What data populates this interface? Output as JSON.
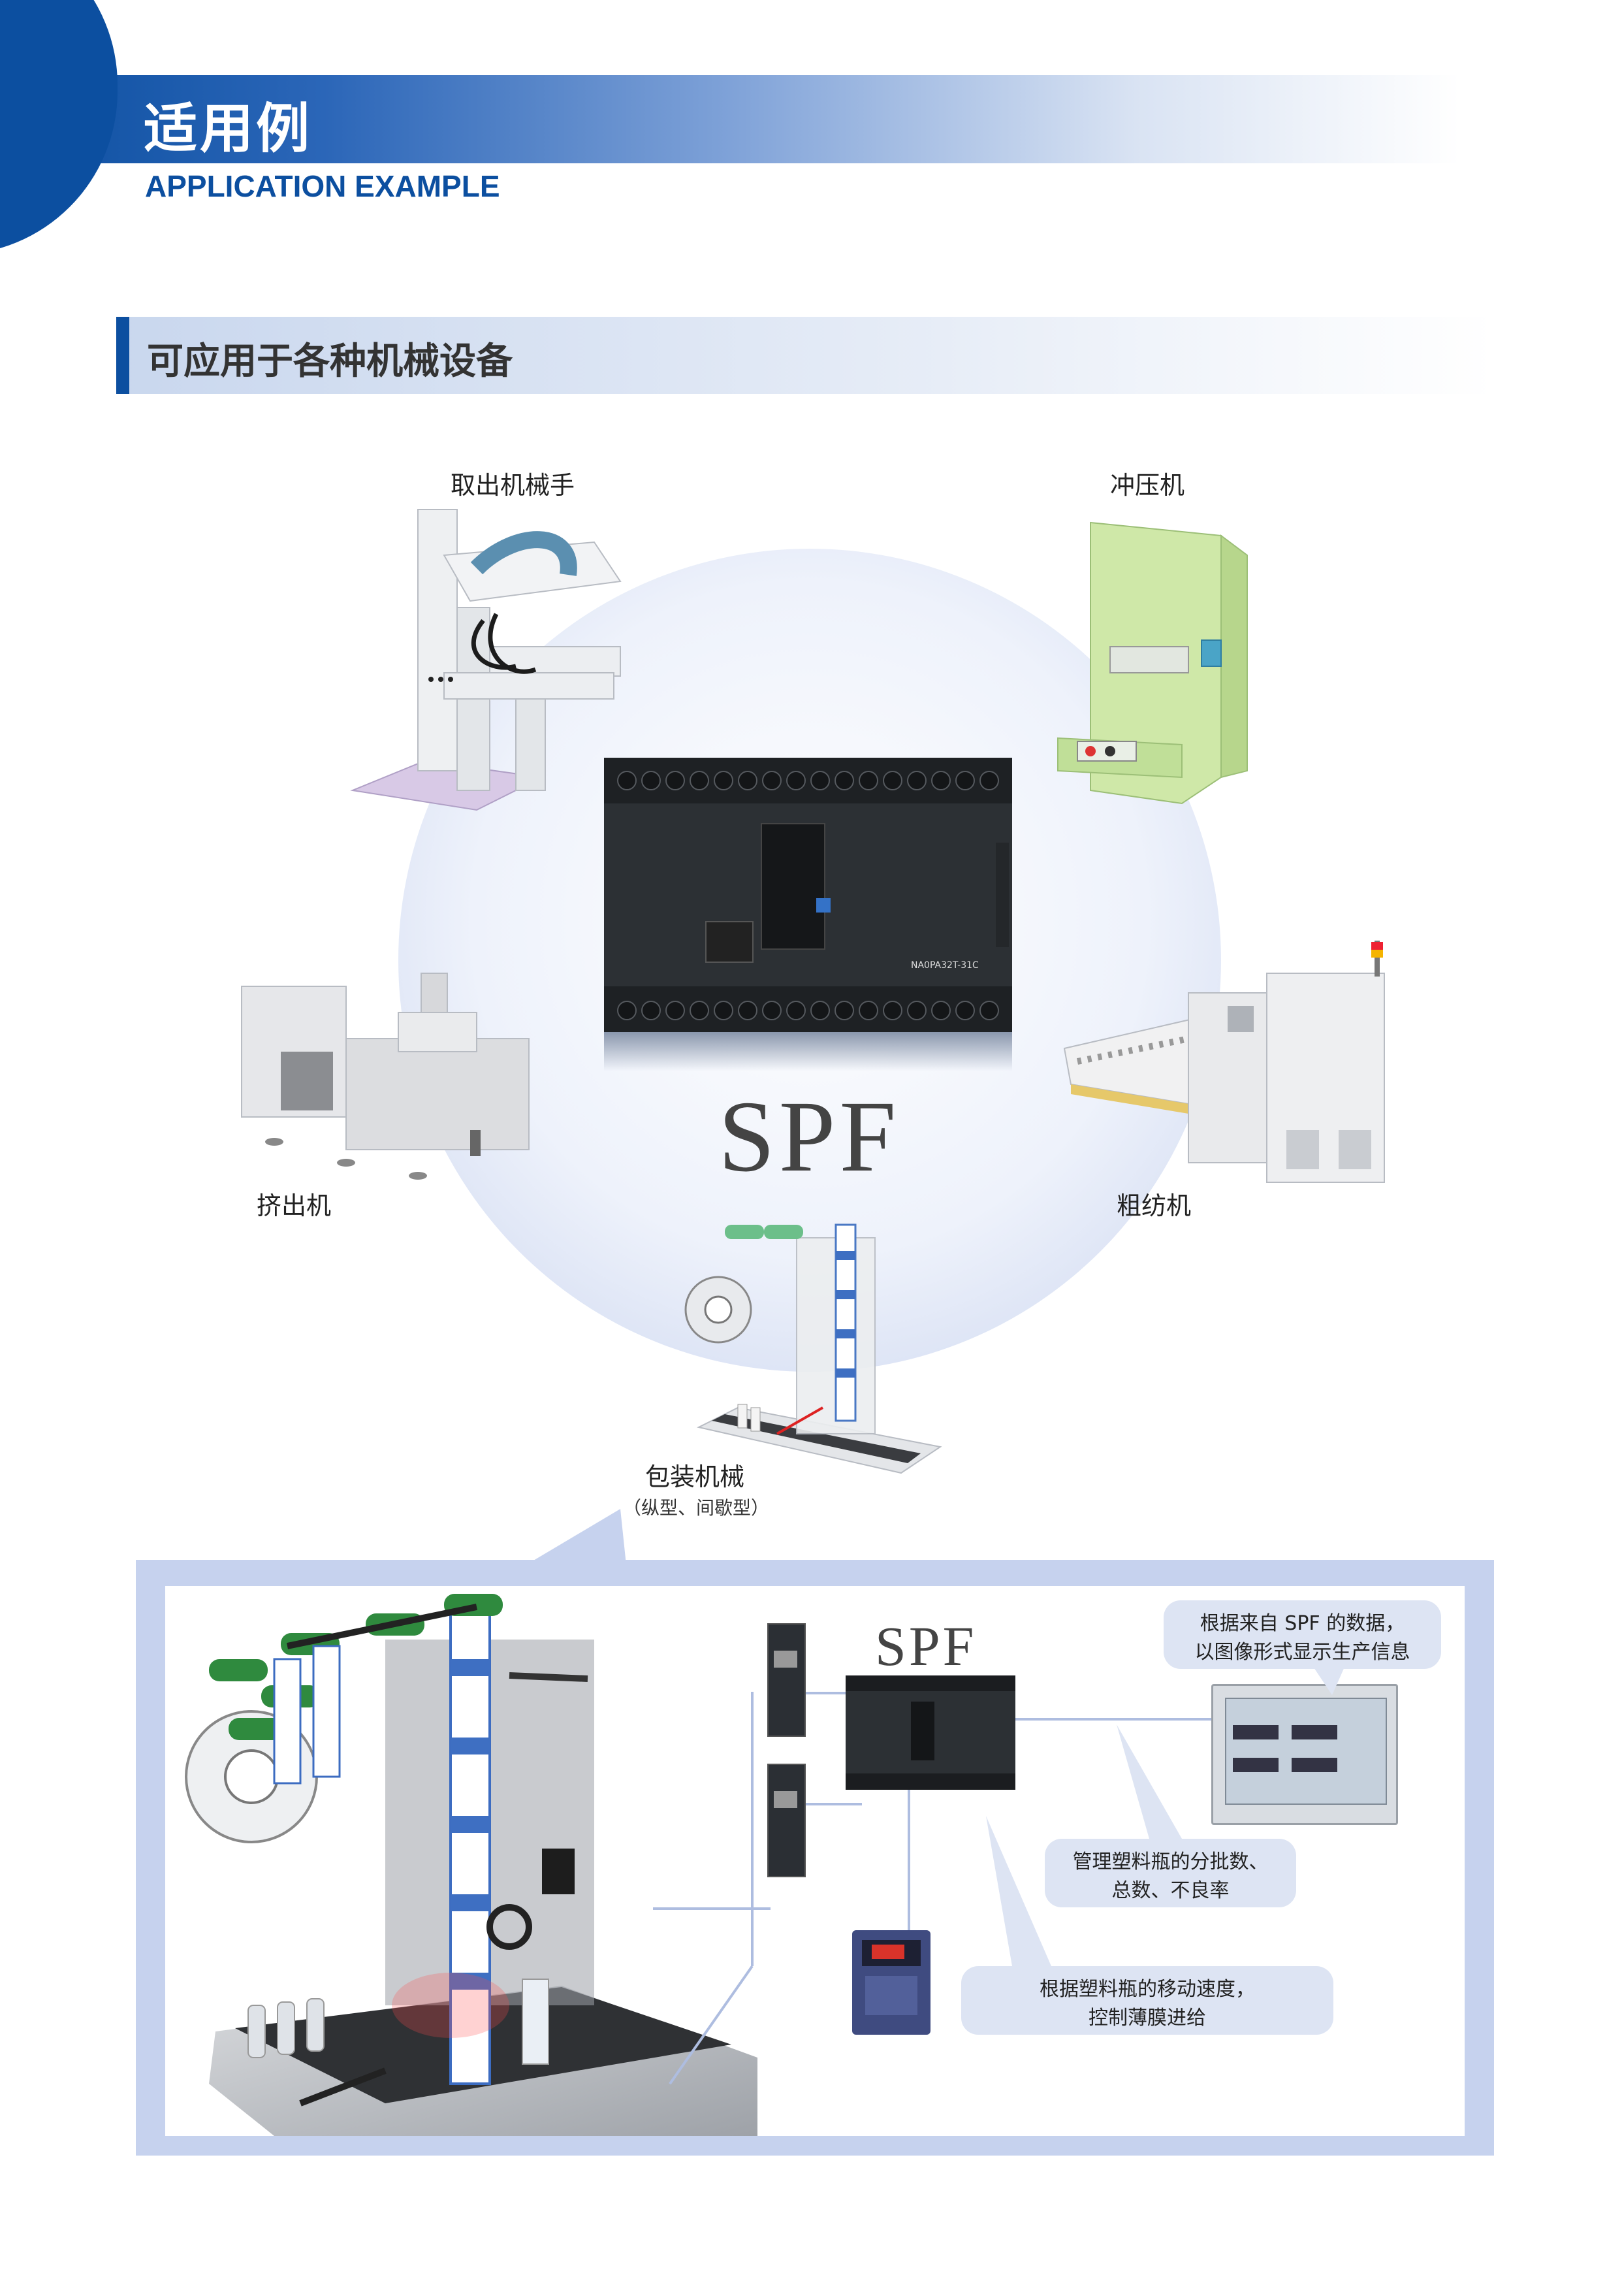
{
  "header": {
    "title_zh": "适用例",
    "title_en": "APPLICATION EXAMPLE"
  },
  "section": {
    "title": "可应用于各种机械设备"
  },
  "diagram": {
    "center_product": "SPF",
    "plc_model": "NA0PA32T-31C",
    "labels": {
      "robot": "取出机械手",
      "press": "冲压机",
      "extruder": "挤出机",
      "spinning": "粗纺机",
      "packaging": "包装机械",
      "packaging_sub": "（纵型、间歇型）"
    }
  },
  "example": {
    "product": "SPF",
    "callouts": {
      "display": [
        "根据来自 SPF 的数据，",
        "以图像形式显示生产信息"
      ],
      "count": [
        "管理塑料瓶的分批数、",
        "总数、不良率"
      ],
      "speed": [
        "根据塑料瓶的移动速度，",
        "控制薄膜进给"
      ]
    }
  },
  "colors": {
    "brand_blue": "#0c4fa0",
    "bottle_green": "#2f8a3e",
    "press_green": "#cfe8a8"
  }
}
